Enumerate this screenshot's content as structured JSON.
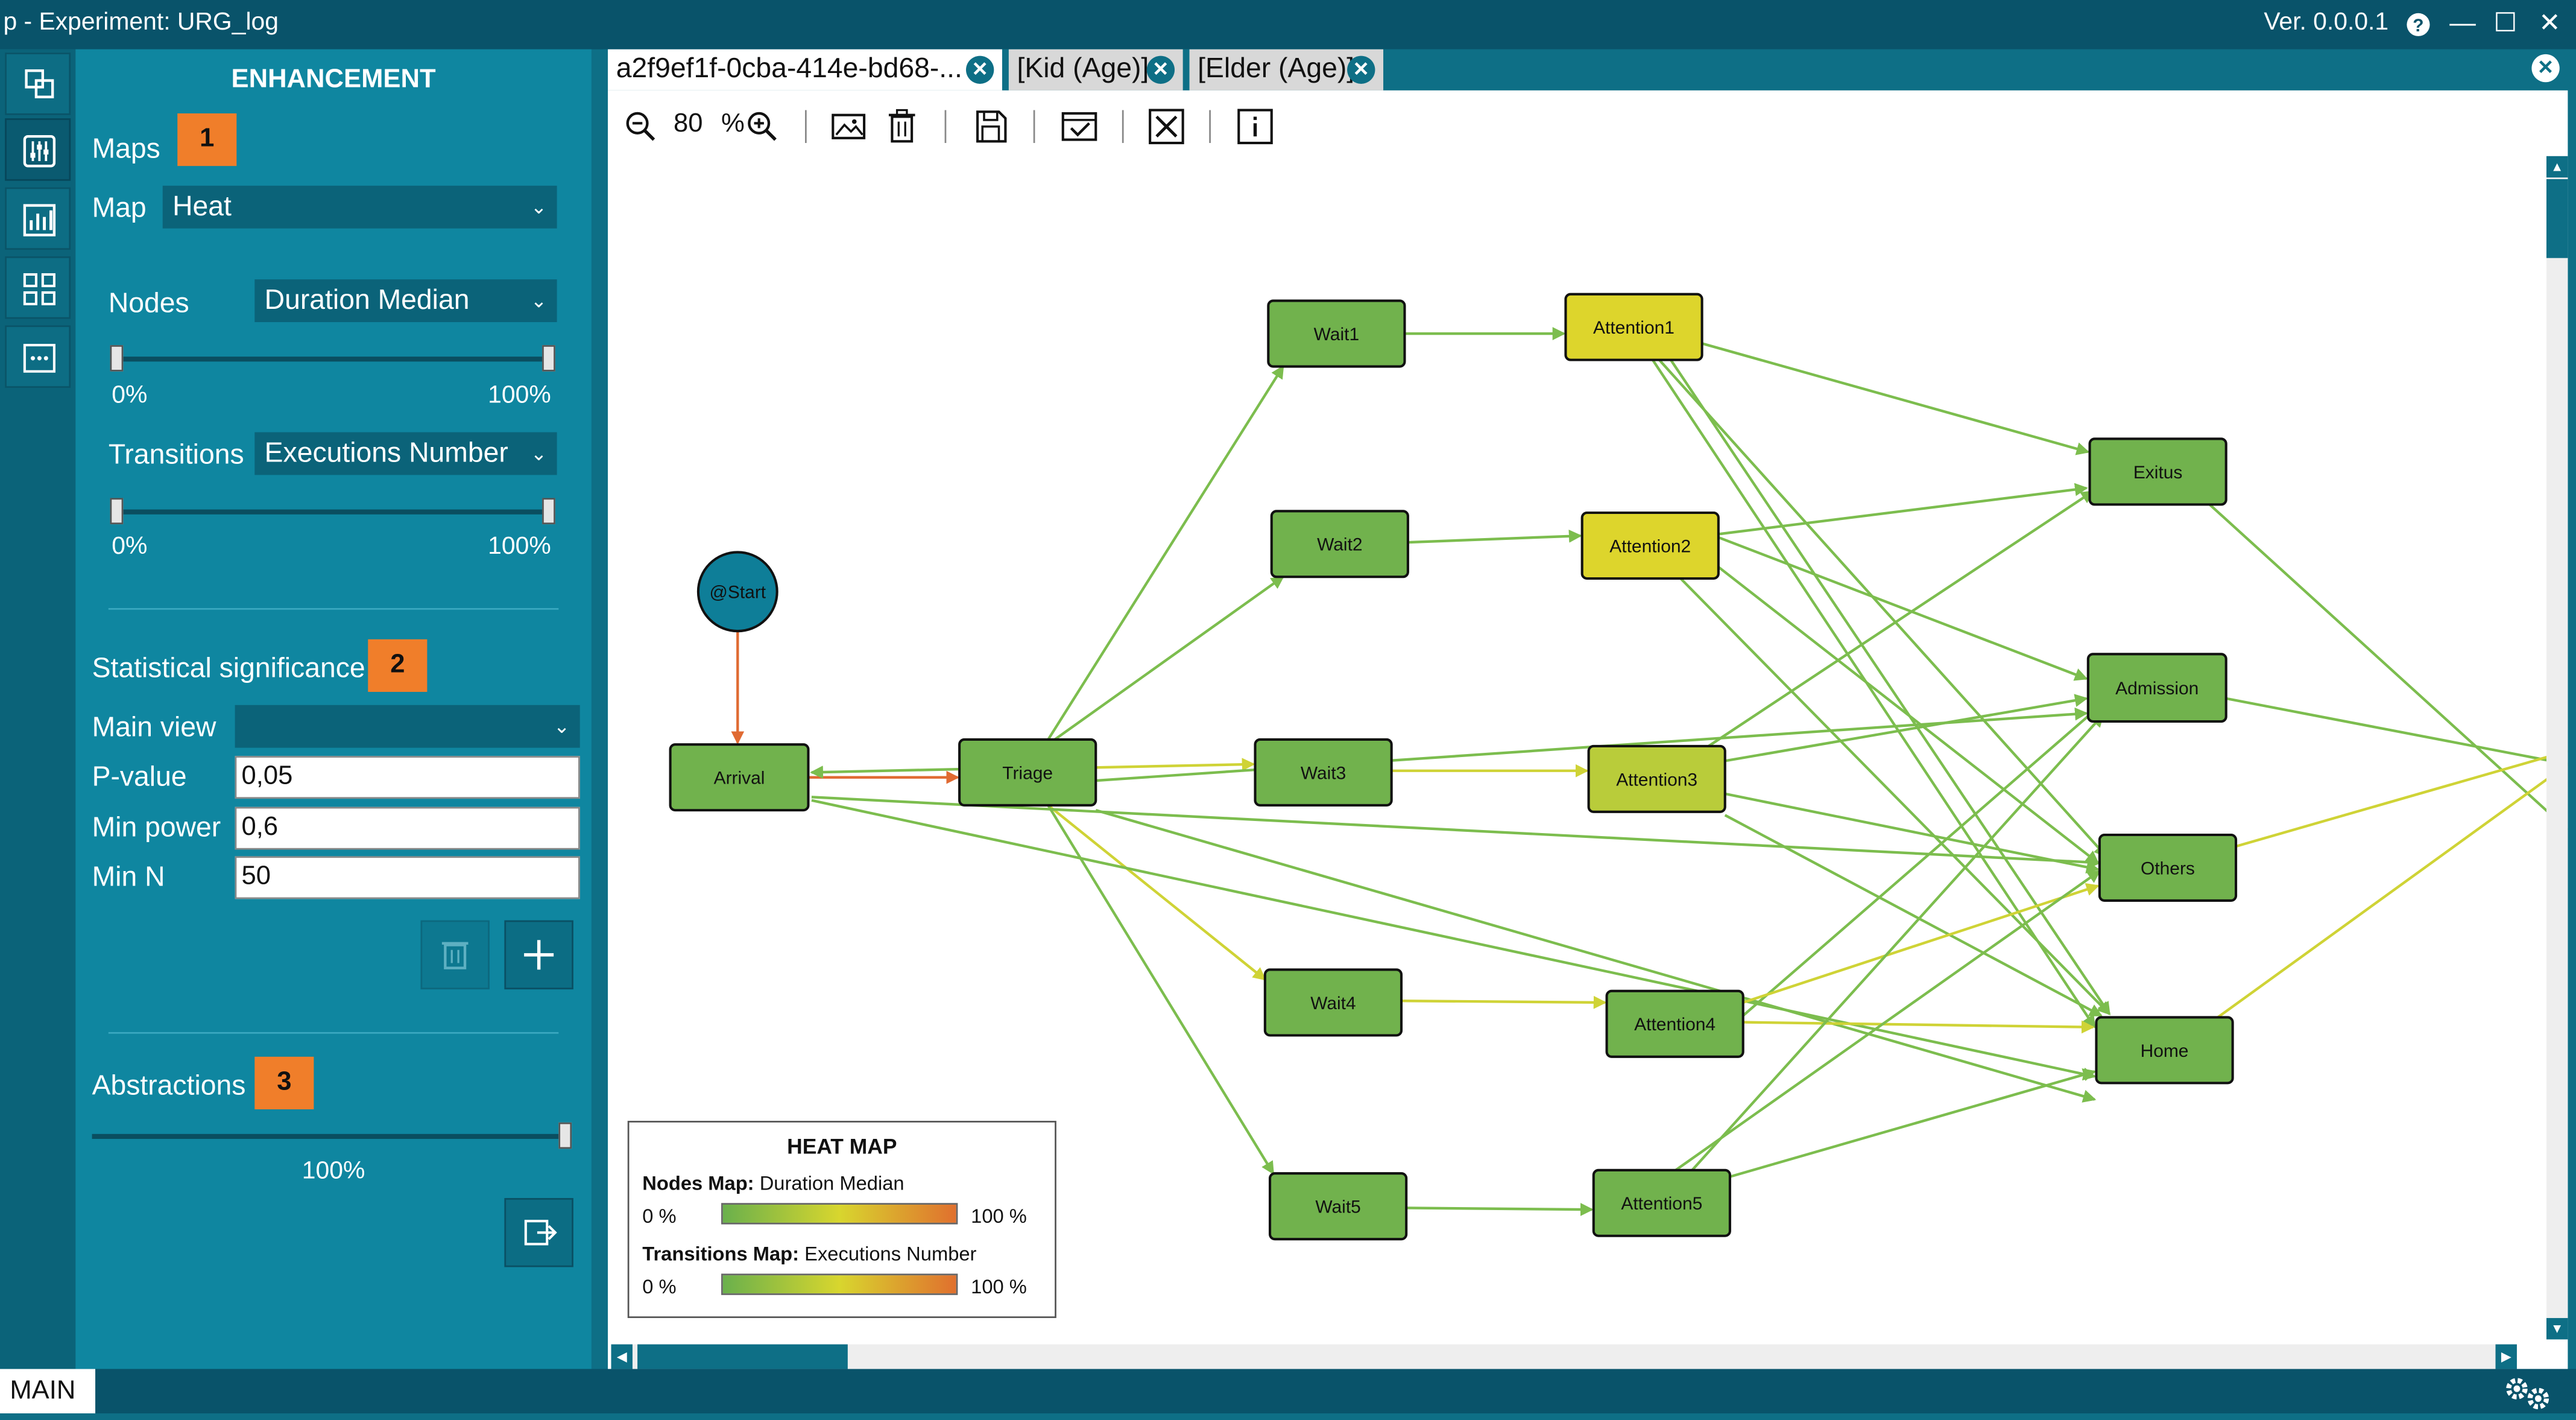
{
  "window": {
    "title": "p  -  Experiment: URG_log",
    "version": "Ver. 0.0.0.1",
    "help_glyph": "?",
    "minimize_glyph": "—",
    "maximize_glyph": "☐",
    "close_glyph": "✕"
  },
  "panel": {
    "heading": "ENHANCEMENT",
    "maps": {
      "label": "Maps",
      "badge": "1",
      "map_label": "Map",
      "map_value": "Heat",
      "nodes_label": "Nodes",
      "nodes_value": "Duration Median",
      "nodes_min": "0%",
      "nodes_max": "100%",
      "transitions_label": "Transitions",
      "transitions_value": "Executions Number",
      "transitions_min": "0%",
      "transitions_max": "100%"
    },
    "stats": {
      "label": "Statistical significance",
      "badge": "2",
      "main_view_label": "Main view",
      "main_view_value": "",
      "pvalue_label": "P-value",
      "pvalue": "0,05",
      "minpower_label": "Min power",
      "minpower": "0,6",
      "minn_label": "Min N",
      "minn": "50"
    },
    "abstractions": {
      "label": "Abstractions",
      "badge": "3",
      "value": "100%",
      "level": 1.0
    }
  },
  "tabs": [
    {
      "label": "a2f9ef1f-0cba-414e-bd68-...",
      "active": true
    },
    {
      "label": "[Kid (Age)]",
      "active": false
    },
    {
      "label": "[Elder (Age)]",
      "active": false
    }
  ],
  "toolbar": {
    "zoom_value": "80",
    "zoom_unit": "%"
  },
  "graph": {
    "nodes": [
      {
        "id": "start",
        "label": "@Start"
      },
      {
        "id": "arrival",
        "label": "Arrival"
      },
      {
        "id": "triage",
        "label": "Triage"
      },
      {
        "id": "wait1",
        "label": "Wait1"
      },
      {
        "id": "wait2",
        "label": "Wait2"
      },
      {
        "id": "wait3",
        "label": "Wait3"
      },
      {
        "id": "wait4",
        "label": "Wait4"
      },
      {
        "id": "wait5",
        "label": "Wait5"
      },
      {
        "id": "attention1",
        "label": "Attention1"
      },
      {
        "id": "attention2",
        "label": "Attention2"
      },
      {
        "id": "attention3",
        "label": "Attention3"
      },
      {
        "id": "attention4",
        "label": "Attention4"
      },
      {
        "id": "attention5",
        "label": "Attention5"
      },
      {
        "id": "exitus",
        "label": "Exitus"
      },
      {
        "id": "admission",
        "label": "Admission"
      },
      {
        "id": "others",
        "label": "Others"
      },
      {
        "id": "home",
        "label": "Home"
      }
    ],
    "node_colors": {
      "green": "#71b24d",
      "yellow": "#ddd52c",
      "yellow_green": "#b9cc3a",
      "start": "#0e7e98"
    },
    "edge_colors": {
      "green": "#7cbd4e",
      "yellow": "#cfd336",
      "orange": "#e06a32"
    }
  },
  "legend": {
    "title": "HEAT MAP",
    "nodes_label": "Nodes Map:",
    "nodes_value": "Duration Median",
    "transitions_label": "Transitions Map:",
    "transitions_value": "Executions Number",
    "min": "0 %",
    "max": "100 %"
  },
  "statusbar": {
    "label": "MAIN"
  }
}
